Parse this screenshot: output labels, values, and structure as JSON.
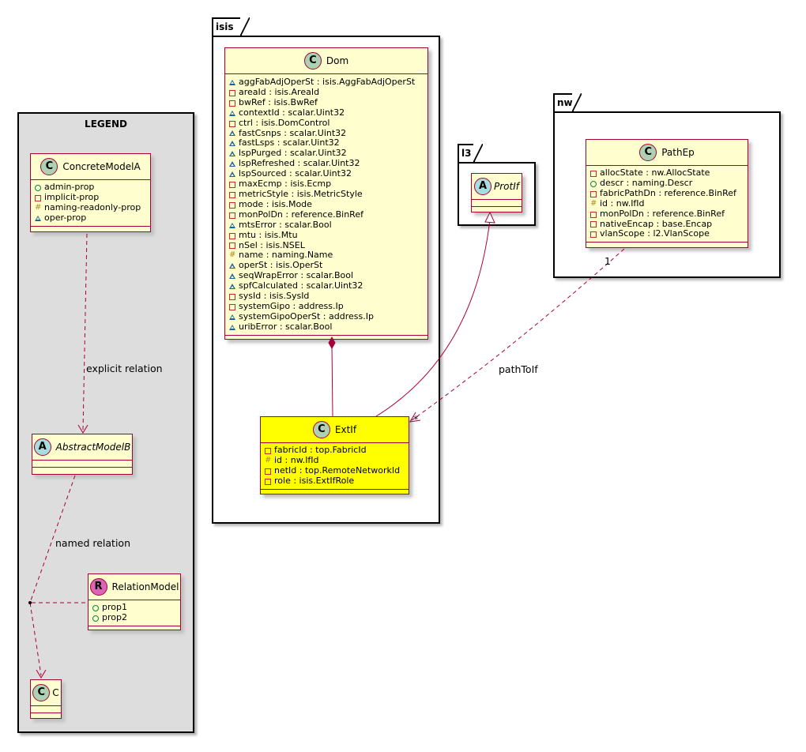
{
  "legend": {
    "title": "LEGEND",
    "concrete": {
      "badge": "C",
      "name": "ConcreteModelA",
      "attrs": [
        {
          "vis": "public",
          "text": "admin-prop"
        },
        {
          "vis": "private",
          "text": "implicit-prop"
        },
        {
          "vis": "protected",
          "text": "naming-readonly-prop"
        },
        {
          "vis": "package",
          "text": "oper-prop"
        }
      ]
    },
    "abstract": {
      "badge": "A",
      "name": "AbstractModelB"
    },
    "relation_model": {
      "badge": "R",
      "name": "RelationModel",
      "attrs": [
        {
          "vis": "public",
          "text": "prop1"
        },
        {
          "vis": "public",
          "text": "prop2"
        }
      ]
    },
    "c": {
      "badge": "C",
      "name": "C"
    },
    "explicit_relation_label": "explicit relation",
    "named_relation_label": "named relation"
  },
  "packages": {
    "isis": "isis",
    "l3": "l3",
    "nw": "nw"
  },
  "dom": {
    "badge": "C",
    "name": "Dom",
    "attrs": [
      {
        "vis": "package",
        "text": "aggFabAdjOperSt : isis.AggFabAdjOperSt"
      },
      {
        "vis": "private",
        "text": "areaId : isis.AreaId"
      },
      {
        "vis": "private",
        "text": "bwRef : isis.BwRef"
      },
      {
        "vis": "package",
        "text": "contextId : scalar.Uint32"
      },
      {
        "vis": "private",
        "text": "ctrl : isis.DomControl"
      },
      {
        "vis": "package",
        "text": "fastCsnps : scalar.Uint32"
      },
      {
        "vis": "package",
        "text": "fastLsps : scalar.Uint32"
      },
      {
        "vis": "package",
        "text": "lspPurged : scalar.Uint32"
      },
      {
        "vis": "package",
        "text": "lspRefreshed : scalar.Uint32"
      },
      {
        "vis": "package",
        "text": "lspSourced : scalar.Uint32"
      },
      {
        "vis": "private",
        "text": "maxEcmp : isis.Ecmp"
      },
      {
        "vis": "private",
        "text": "metricStyle : isis.MetricStyle"
      },
      {
        "vis": "private",
        "text": "mode : isis.Mode"
      },
      {
        "vis": "private",
        "text": "monPolDn : reference.BinRef"
      },
      {
        "vis": "package",
        "text": "mtsError : scalar.Bool"
      },
      {
        "vis": "private",
        "text": "mtu : isis.Mtu"
      },
      {
        "vis": "private",
        "text": "nSel : isis.NSEL"
      },
      {
        "vis": "protected",
        "text": "name : naming.Name"
      },
      {
        "vis": "package",
        "text": "operSt : isis.OperSt"
      },
      {
        "vis": "package",
        "text": "seqWrapError : scalar.Bool"
      },
      {
        "vis": "package",
        "text": "spfCalculated : scalar.Uint32"
      },
      {
        "vis": "private",
        "text": "sysId : isis.SysId"
      },
      {
        "vis": "private",
        "text": "systemGipo : address.Ip"
      },
      {
        "vis": "package",
        "text": "systemGipoOperSt : address.Ip"
      },
      {
        "vis": "package",
        "text": "uribError : scalar.Bool"
      }
    ]
  },
  "extif": {
    "badge": "C",
    "name": "ExtIf",
    "attrs": [
      {
        "vis": "private",
        "text": "fabricId : top.FabricId"
      },
      {
        "vis": "protected",
        "text": "id : nw.IfId"
      },
      {
        "vis": "private",
        "text": "netId : top.RemoteNetworkId"
      },
      {
        "vis": "private",
        "text": "role : isis.ExtIfRole"
      }
    ]
  },
  "protif": {
    "badge": "A",
    "name": "ProtIf"
  },
  "pathep": {
    "badge": "C",
    "name": "PathEp",
    "attrs": [
      {
        "vis": "private",
        "text": "allocState : nw.AllocState"
      },
      {
        "vis": "public",
        "text": "descr : naming.Descr"
      },
      {
        "vis": "private",
        "text": "fabricPathDn : reference.BinRef"
      },
      {
        "vis": "protected",
        "text": "id : nw.IfId"
      },
      {
        "vis": "private",
        "text": "monPolDn : reference.BinRef"
      },
      {
        "vis": "private",
        "text": "nativeEncap : base.Encap"
      },
      {
        "vis": "private",
        "text": "vlanScope : l2.VlanScope"
      }
    ]
  },
  "edges": {
    "pathep_to_extif": {
      "label": "pathToIf",
      "source_mult": "1",
      "target_mult": "*"
    }
  },
  "colors": {
    "class_fill": "#fefece",
    "class_border": "#a80036",
    "highlight": "#ffff00",
    "legend_bg": "#dddddd"
  }
}
